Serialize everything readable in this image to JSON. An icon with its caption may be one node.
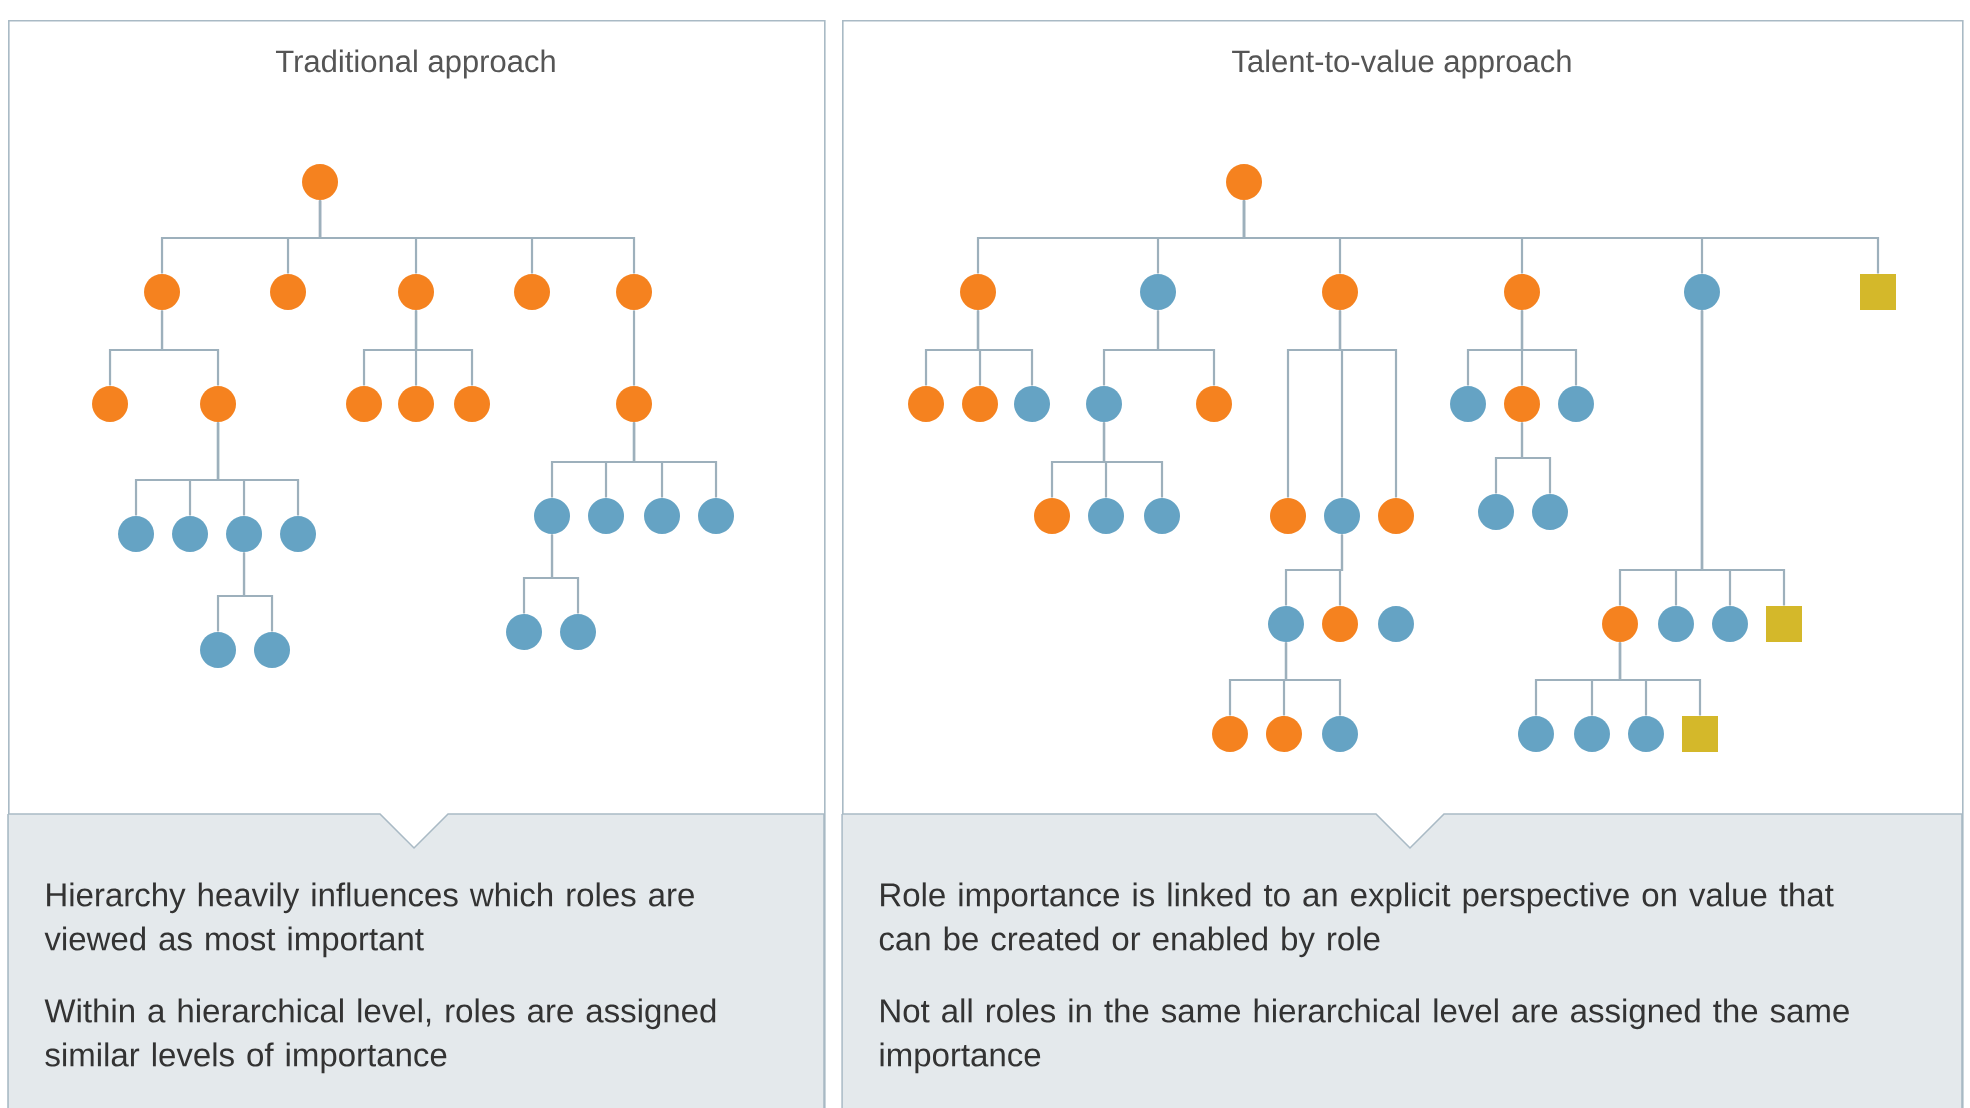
{
  "diagram": {
    "nodes": [
      {
        "text": [
          "Traditional approach"
        ]
      },
      {
        "text": [],
        "shape": "circle",
        "in": 0
      },
      {
        "text": [],
        "shape": "circle",
        "in": 0
      },
      {
        "text": [],
        "shape": "circle",
        "in": 0
      },
      {
        "text": [],
        "shape": "circle",
        "in": 0
      },
      {
        "text": [],
        "shape": "circle",
        "in": 0
      },
      {
        "text": [],
        "shape": "circle",
        "in": 0
      },
      {
        "text": [],
        "shape": "circle",
        "in": 0
      },
      {
        "text": [],
        "shape": "circle",
        "in": 0
      },
      {
        "text": [],
        "shape": "circle",
        "in": 0
      },
      {
        "text": [],
        "shape": "circle",
        "in": 0
      },
      {
        "text": [],
        "shape": "circle",
        "in": 0
      },
      {
        "text": [],
        "shape": "circle",
        "in": 0
      },
      {
        "text": [],
        "shape": "circle",
        "in": 0
      },
      {
        "text": [],
        "shape": "circle",
        "in": 0
      },
      {
        "text": [],
        "shape": "circle",
        "in": 0
      },
      {
        "text": [],
        "shape": "circle",
        "in": 0
      },
      {
        "text": [],
        "shape": "circle",
        "in": 0
      },
      {
        "text": [],
        "shape": "circle",
        "in": 0
      },
      {
        "text": [],
        "shape": "circle",
        "in": 0
      },
      {
        "text": [],
        "shape": "circle",
        "in": 0
      },
      {
        "text": [],
        "shape": "circle",
        "in": 0
      },
      {
        "text": [],
        "shape": "circle",
        "in": 0
      },
      {
        "text": [],
        "shape": "circle",
        "in": 0
      },
      {
        "text": [],
        "shape": "circle",
        "in": 0
      },
      {
        "text": [
          "Hierarchy heavily influences which roles are viewed as most important",
          "Within a hierarchical level, roles are assigned similar levels of importance"
        ],
        "in": 0
      },
      {
        "text": [
          "Talent-to-value approach"
        ]
      },
      {
        "text": [],
        "shape": "circle",
        "in": 26
      },
      {
        "text": [],
        "shape": "circle",
        "in": 26
      },
      {
        "text": [],
        "shape": "circle",
        "in": 26
      },
      {
        "text": [],
        "shape": "circle",
        "in": 26
      },
      {
        "text": [],
        "shape": "circle",
        "in": 26
      },
      {
        "text": [],
        "shape": "circle",
        "in": 26
      },
      {
        "text": [],
        "shape": "box",
        "in": 26
      },
      {
        "text": [],
        "shape": "circle",
        "in": 26
      },
      {
        "text": [],
        "shape": "circle",
        "in": 26
      },
      {
        "text": [],
        "shape": "circle",
        "in": 26
      },
      {
        "text": [],
        "shape": "circle",
        "in": 26
      },
      {
        "text": [],
        "shape": "circle",
        "in": 26
      },
      {
        "text": [],
        "shape": "circle",
        "in": 26
      },
      {
        "text": [],
        "shape": "circle",
        "in": 26
      },
      {
        "text": [],
        "shape": "circle",
        "in": 26
      },
      {
        "text": [],
        "shape": "circle",
        "in": 26
      },
      {
        "text": [],
        "shape": "circle",
        "in": 26
      },
      {
        "text": [],
        "shape": "circle",
        "in": 26
      },
      {
        "text": [],
        "shape": "circle",
        "in": 26
      },
      {
        "text": [],
        "shape": "circle",
        "in": 26
      },
      {
        "text": [],
        "shape": "circle",
        "in": 26
      },
      {
        "text": [],
        "shape": "circle",
        "in": 26
      },
      {
        "text": [],
        "shape": "circle",
        "in": 26
      },
      {
        "text": [],
        "shape": "circle",
        "in": 26
      },
      {
        "text": [],
        "shape": "circle",
        "in": 26
      },
      {
        "text": [],
        "shape": "circle",
        "in": 26
      },
      {
        "text": [],
        "shape": "circle",
        "in": 26
      },
      {
        "text": [],
        "shape": "circle",
        "in": 26
      },
      {
        "text": [],
        "shape": "circle",
        "in": 26
      },
      {
        "text": [],
        "shape": "circle",
        "in": 26
      },
      {
        "text": [],
        "shape": "circle",
        "in": 26
      },
      {
        "text": [],
        "shape": "circle",
        "in": 26
      },
      {
        "text": [],
        "shape": "box",
        "in": 26
      },
      {
        "text": [],
        "shape": "circle",
        "in": 26
      },
      {
        "text": [],
        "shape": "circle",
        "in": 26
      },
      {
        "text": [],
        "shape": "circle",
        "in": 26
      },
      {
        "text": [],
        "shape": "box",
        "in": 26
      },
      {
        "text": [
          "Role importance is linked to an explicit perspective on value that can be created or enabled by role",
          "Not all roles in the same hierarchical level are assigned the same importance"
        ],
        "in": 26
      }
    ],
    "edges": [
      {
        "from": 1,
        "to": 2,
        "arrow": "none"
      },
      {
        "from": 1,
        "to": 3,
        "arrow": "none"
      },
      {
        "from": 1,
        "to": 4,
        "arrow": "none"
      },
      {
        "from": 1,
        "to": 5,
        "arrow": "none"
      },
      {
        "from": 1,
        "to": 6,
        "arrow": "none"
      },
      {
        "from": 2,
        "to": 7,
        "arrow": "none"
      },
      {
        "from": 2,
        "to": 8,
        "arrow": "none"
      },
      {
        "from": 4,
        "to": 9,
        "arrow": "none"
      },
      {
        "from": 4,
        "to": 10,
        "arrow": "none"
      },
      {
        "from": 4,
        "to": 11,
        "arrow": "none"
      },
      {
        "from": 6,
        "to": 12,
        "arrow": "none"
      },
      {
        "from": 8,
        "to": 13,
        "arrow": "none"
      },
      {
        "from": 8,
        "to": 14,
        "arrow": "none"
      },
      {
        "from": 8,
        "to": 15,
        "arrow": "none"
      },
      {
        "from": 8,
        "to": 16,
        "arrow": "none"
      },
      {
        "from": 12,
        "to": 17,
        "arrow": "none"
      },
      {
        "from": 12,
        "to": 18,
        "arrow": "none"
      },
      {
        "from": 12,
        "to": 19,
        "arrow": "none"
      },
      {
        "from": 12,
        "to": 20,
        "arrow": "none"
      },
      {
        "from": 15,
        "to": 21,
        "arrow": "none"
      },
      {
        "from": 15,
        "to": 22,
        "arrow": "none"
      },
      {
        "from": 17,
        "to": 23,
        "arrow": "none"
      },
      {
        "from": 17,
        "to": 24,
        "arrow": "none"
      },
      {
        "from": 27,
        "to": 28,
        "arrow": "none"
      },
      {
        "from": 27,
        "to": 29,
        "arrow": "none"
      },
      {
        "from": 27,
        "to": 30,
        "arrow": "none"
      },
      {
        "from": 27,
        "to": 31,
        "arrow": "none"
      },
      {
        "from": 27,
        "to": 32,
        "arrow": "none"
      },
      {
        "from": 27,
        "to": 33,
        "arrow": "none"
      },
      {
        "from": 28,
        "to": 34,
        "arrow": "none"
      },
      {
        "from": 28,
        "to": 35,
        "arrow": "none"
      },
      {
        "from": 28,
        "to": 36,
        "arrow": "none"
      },
      {
        "from": 29,
        "to": 37,
        "arrow": "none"
      },
      {
        "from": 29,
        "to": 38,
        "arrow": "none"
      },
      {
        "from": 30,
        "to": 39,
        "arrow": "none"
      },
      {
        "from": 30,
        "to": 40,
        "arrow": "none"
      },
      {
        "from": 30,
        "to": 41,
        "arrow": "none"
      },
      {
        "from": 31,
        "to": 42,
        "arrow": "none"
      },
      {
        "from": 31,
        "to": 43,
        "arrow": "none"
      },
      {
        "from": 31,
        "to": 44,
        "arrow": "none"
      },
      {
        "from": 37,
        "to": 45,
        "arrow": "none"
      },
      {
        "from": 37,
        "to": 46,
        "arrow": "none"
      },
      {
        "from": 37,
        "to": 47,
        "arrow": "none"
      },
      {
        "from": 43,
        "to": 48,
        "arrow": "none"
      },
      {
        "from": 43,
        "to": 49,
        "arrow": "none"
      },
      {
        "from": 40,
        "to": 50,
        "arrow": "none"
      },
      {
        "from": 40,
        "to": 51,
        "arrow": "none"
      },
      {
        "from": 50,
        "to": 53,
        "arrow": "none"
      },
      {
        "from": 50,
        "to": 54,
        "arrow": "none"
      },
      {
        "from": 50,
        "to": 55,
        "arrow": "none"
      },
      {
        "from": 32,
        "to": 56,
        "arrow": "none"
      },
      {
        "from": 32,
        "to": 57,
        "arrow": "none"
      },
      {
        "from": 32,
        "to": 58,
        "arrow": "none"
      },
      {
        "from": 32,
        "to": 59,
        "arrow": "none"
      },
      {
        "from": 56,
        "to": 60,
        "arrow": "none"
      },
      {
        "from": 56,
        "to": 61,
        "arrow": "none"
      },
      {
        "from": 56,
        "to": 62,
        "arrow": "none"
      },
      {
        "from": 56,
        "to": 63,
        "arrow": "none"
      }
    ]
  }
}
